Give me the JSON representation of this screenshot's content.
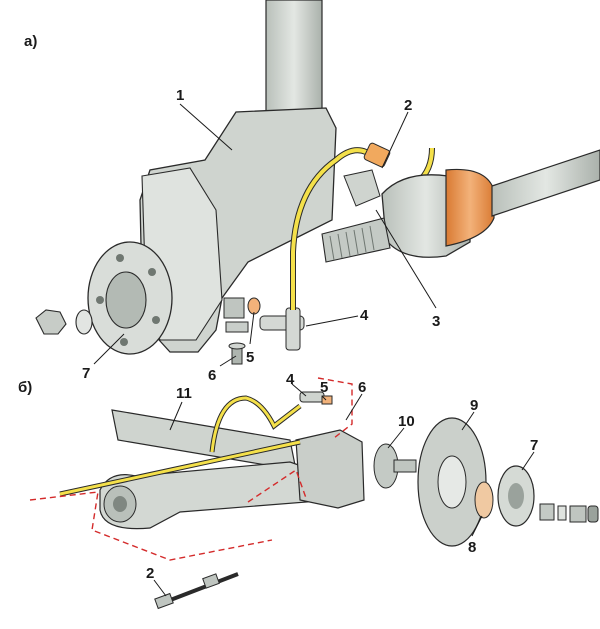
{
  "section_labels": {
    "a": "а)",
    "b": "б)"
  },
  "callouts": {
    "top": [
      "1",
      "2",
      "3",
      "4",
      "5",
      "6",
      "7"
    ],
    "bottom": [
      "11",
      "4",
      "5",
      "6",
      "10",
      "9",
      "7",
      "8",
      "2"
    ]
  },
  "colors": {
    "metal": "#cfd4cf",
    "metal_dark": "#9aa29c",
    "outline": "#2a2a2a",
    "cable": "#f4e04a",
    "boot": "#e8924a",
    "red_dash": "#d42b2b"
  }
}
